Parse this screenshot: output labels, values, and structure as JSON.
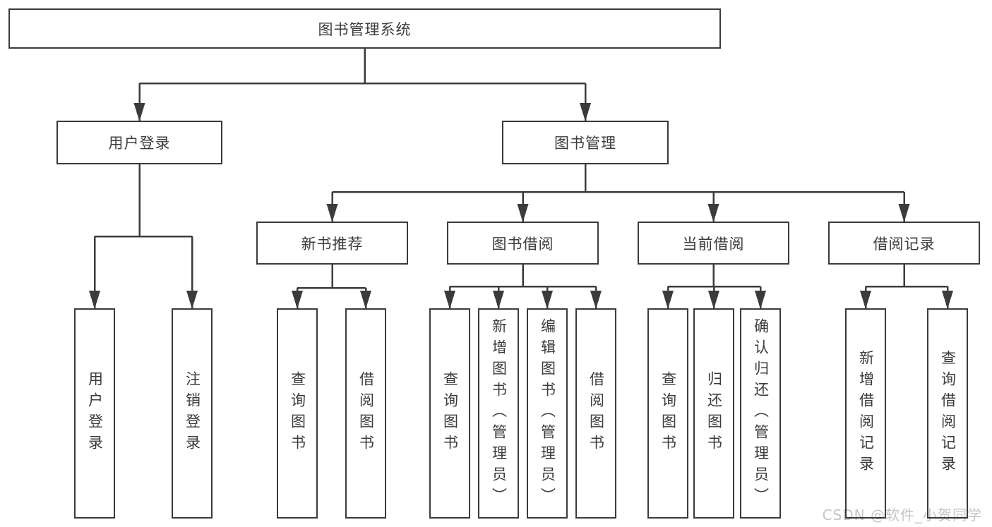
{
  "diagram": {
    "title": "图书管理系统",
    "root": {
      "label": "图书管理系统",
      "children": [
        {
          "label": "用户登录",
          "children": [
            {
              "label": "用户登录"
            },
            {
              "label": "注销登录"
            }
          ]
        },
        {
          "label": "图书管理",
          "children": [
            {
              "label": "新书推荐",
              "children": [
                {
                  "label": "查询图书"
                },
                {
                  "label": "借阅图书"
                }
              ]
            },
            {
              "label": "图书借阅",
              "children": [
                {
                  "label": "查询图书"
                },
                {
                  "label": "新增图书（管理员）"
                },
                {
                  "label": "编辑图书（管理员）"
                },
                {
                  "label": "借阅图书"
                }
              ]
            },
            {
              "label": "当前借阅",
              "children": [
                {
                  "label": "查询图书"
                },
                {
                  "label": "归还图书"
                },
                {
                  "label": "确认归还（管理员）"
                }
              ]
            },
            {
              "label": "借阅记录",
              "children": [
                {
                  "label": "新增借阅记录"
                },
                {
                  "label": "查询借阅记录"
                }
              ]
            }
          ]
        }
      ]
    }
  },
  "watermark": {
    "text": "CSDN @软件_小贺同学"
  },
  "colors": {
    "line": "#3b3b3b",
    "box_border": "#3b3b3b",
    "text": "#3c3c3c",
    "background": "#ffffff",
    "watermark": "#c3c5c8"
  }
}
